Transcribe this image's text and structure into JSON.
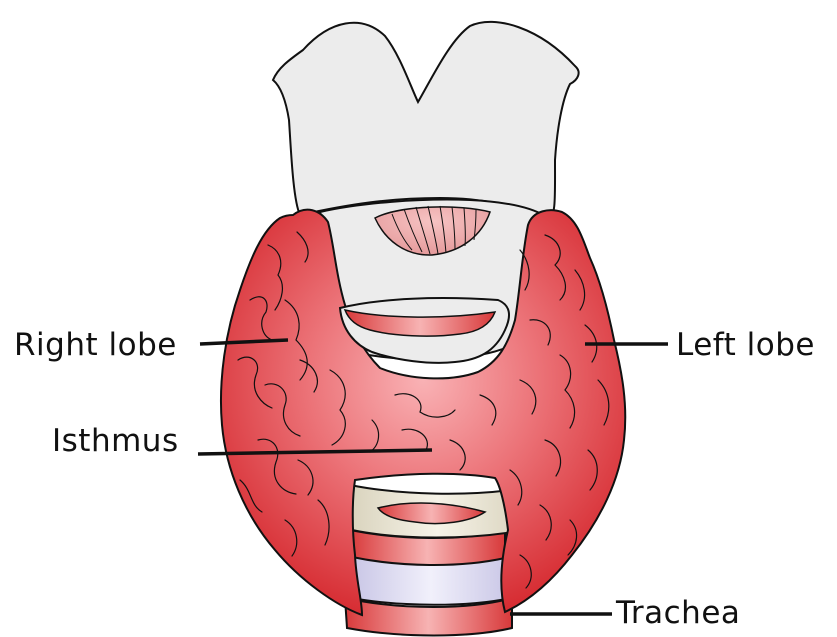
{
  "labels": {
    "right_lobe": "Right lobe",
    "left_lobe": "Left lobe",
    "isthmus": "Isthmus",
    "trachea": "Trachea"
  },
  "colors": {
    "gland_light": "#f7a3a6",
    "gland_dark": "#d4292f",
    "cartilage": "#ececec",
    "ring_red": "#d73c3c",
    "trachea_lavender": "#dcdaf2",
    "ring_cream": "#efeadb",
    "outline": "#111111"
  }
}
